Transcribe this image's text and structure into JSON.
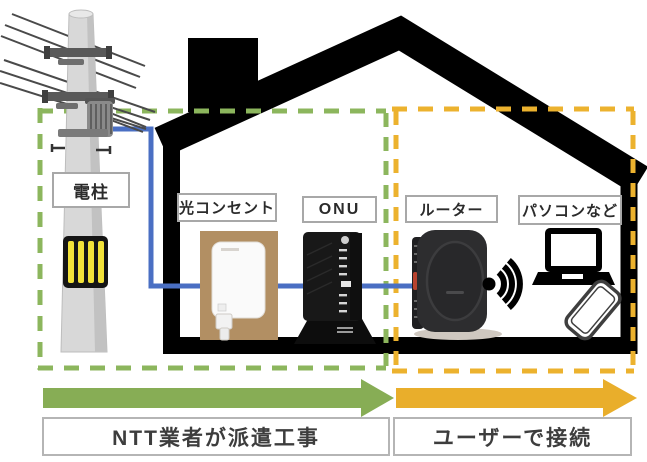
{
  "diagram": {
    "equipment_labels": {
      "pole": "電柱",
      "optical_outlet": "光コンセント",
      "onu": "ONU",
      "router": "ルーター",
      "client_devices": "パソコンなど"
    },
    "zones": [
      {
        "id": "ntt-work",
        "caption": "NTT業者が派遣工事",
        "border_color": "#8cb65d",
        "arrow_color": "#87ad55"
      },
      {
        "id": "user-setup",
        "caption": "ユーザーで接続",
        "border_color": "#ecb22e",
        "arrow_color": "#e9ae2b"
      }
    ],
    "colors": {
      "house_outline": "#000000",
      "fiber_cable": "#4a6fc3",
      "photo_background": "#b28f63",
      "reflective_stripes": "#f2e239",
      "router_led_red": "#b8432f"
    },
    "icons": {
      "utility_pole": "utility-pole-illustration",
      "house": "house-outline-icon",
      "optical_outlet_photo": "optical-outlet-photo",
      "onu_photo": "onu-photo",
      "router_photo": "wifi-router-photo",
      "wifi": "wifi-signal-icon",
      "laptop": "laptop-icon",
      "smartphone": "smartphone-icon"
    }
  }
}
